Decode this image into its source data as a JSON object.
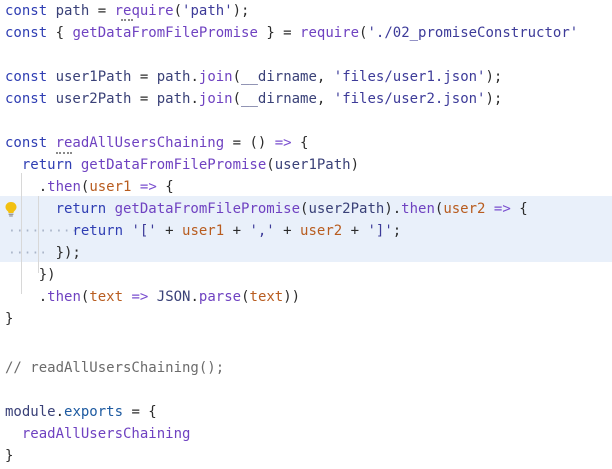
{
  "editor": {
    "language": "javascript",
    "lines": [
      [
        [
          "kw",
          "const "
        ],
        [
          "id",
          "path "
        ],
        [
          "punc",
          "= "
        ],
        [
          "fn",
          "require"
        ],
        [
          "punc",
          "("
        ],
        [
          "str",
          "'path'"
        ],
        [
          "punc",
          ");"
        ]
      ],
      [
        [
          "kw",
          "const "
        ],
        [
          "punc",
          "{ "
        ],
        [
          "fn",
          "getDataFromFilePromise "
        ],
        [
          "punc",
          "} = "
        ],
        [
          "fn",
          "require"
        ],
        [
          "punc",
          "("
        ],
        [
          "str",
          "'./02_promiseConstructor'"
        ]
      ],
      [],
      [
        [
          "kw",
          "const "
        ],
        [
          "id",
          "user1Path "
        ],
        [
          "punc",
          "= "
        ],
        [
          "id",
          "path"
        ],
        [
          "punc",
          "."
        ],
        [
          "fn",
          "join"
        ],
        [
          "punc",
          "("
        ],
        [
          "id",
          "__dirname"
        ],
        [
          "punc",
          ", "
        ],
        [
          "str",
          "'files/user1.json'"
        ],
        [
          "punc",
          ");"
        ]
      ],
      [
        [
          "kw",
          "const "
        ],
        [
          "id",
          "user2Path "
        ],
        [
          "punc",
          "= "
        ],
        [
          "id",
          "path"
        ],
        [
          "punc",
          "."
        ],
        [
          "fn",
          "join"
        ],
        [
          "punc",
          "("
        ],
        [
          "id",
          "__dirname"
        ],
        [
          "punc",
          ", "
        ],
        [
          "str",
          "'files/user2.json'"
        ],
        [
          "punc",
          ");"
        ]
      ],
      [],
      [
        [
          "kw",
          "const "
        ],
        [
          "fn",
          "readAllUsersChaining "
        ],
        [
          "punc",
          "= () "
        ],
        [
          "arrow",
          "=> "
        ],
        [
          "punc",
          "{"
        ]
      ],
      [
        [
          "kw",
          "  return "
        ],
        [
          "fn",
          "getDataFromFilePromise"
        ],
        [
          "punc",
          "("
        ],
        [
          "id",
          "user1Path"
        ],
        [
          "punc",
          ")"
        ]
      ],
      [
        [
          "punc",
          "    ."
        ],
        [
          "fn",
          "then"
        ],
        [
          "punc",
          "("
        ],
        [
          "param",
          "user1 "
        ],
        [
          "arrow",
          "=> "
        ],
        [
          "punc",
          "{"
        ]
      ],
      [
        [
          "kw",
          "      return "
        ],
        [
          "fn",
          "getDataFromFilePromise"
        ],
        [
          "punc",
          "("
        ],
        [
          "id",
          "user2Path"
        ],
        [
          "punc",
          ")."
        ],
        [
          "fn",
          "then"
        ],
        [
          "punc",
          "("
        ],
        [
          "param",
          "user2 "
        ],
        [
          "arrow",
          "=> "
        ],
        [
          "punc",
          "{"
        ]
      ],
      [
        [
          "kw",
          "        return "
        ],
        [
          "str",
          "'[' "
        ],
        [
          "punc",
          "+ "
        ],
        [
          "param",
          "user1 "
        ],
        [
          "punc",
          "+ "
        ],
        [
          "str",
          "',' "
        ],
        [
          "punc",
          "+ "
        ],
        [
          "param",
          "user2 "
        ],
        [
          "punc",
          "+ "
        ],
        [
          "str",
          "']'"
        ],
        [
          "punc",
          ";"
        ]
      ],
      [
        [
          "punc",
          "      });"
        ]
      ],
      [
        [
          "punc",
          "    })"
        ]
      ],
      [
        [
          "punc",
          "    ."
        ],
        [
          "fn",
          "then"
        ],
        [
          "punc",
          "("
        ],
        [
          "param",
          "text "
        ],
        [
          "arrow",
          "=> "
        ],
        [
          "id",
          "JSON"
        ],
        [
          "punc",
          "."
        ],
        [
          "fn",
          "parse"
        ],
        [
          "punc",
          "("
        ],
        [
          "param",
          "text"
        ],
        [
          "punc",
          "))"
        ]
      ],
      [
        [
          "punc",
          "}"
        ]
      ],
      [],
      [
        [
          "cmt",
          "// readAllUsersChaining();"
        ]
      ],
      [],
      [
        [
          "id",
          "module"
        ],
        [
          "punc",
          "."
        ],
        [
          "prop",
          "exports "
        ],
        [
          "punc",
          "= {"
        ]
      ],
      [
        [
          "fn",
          "  readAllUsersChaining"
        ]
      ],
      [
        [
          "punc",
          "}"
        ]
      ]
    ],
    "colors": {
      "keyword": "#2f3eb3",
      "function": "#6f42c1",
      "string": "#3d3b99",
      "identifier": "#3a4178",
      "parameter": "#b85c1f",
      "arrow": "#7a4fcf",
      "comment": "#6b6b6b",
      "selection_highlight": "#e9f0fa"
    },
    "icons": {
      "lightbulb": "lightbulb-icon"
    }
  }
}
